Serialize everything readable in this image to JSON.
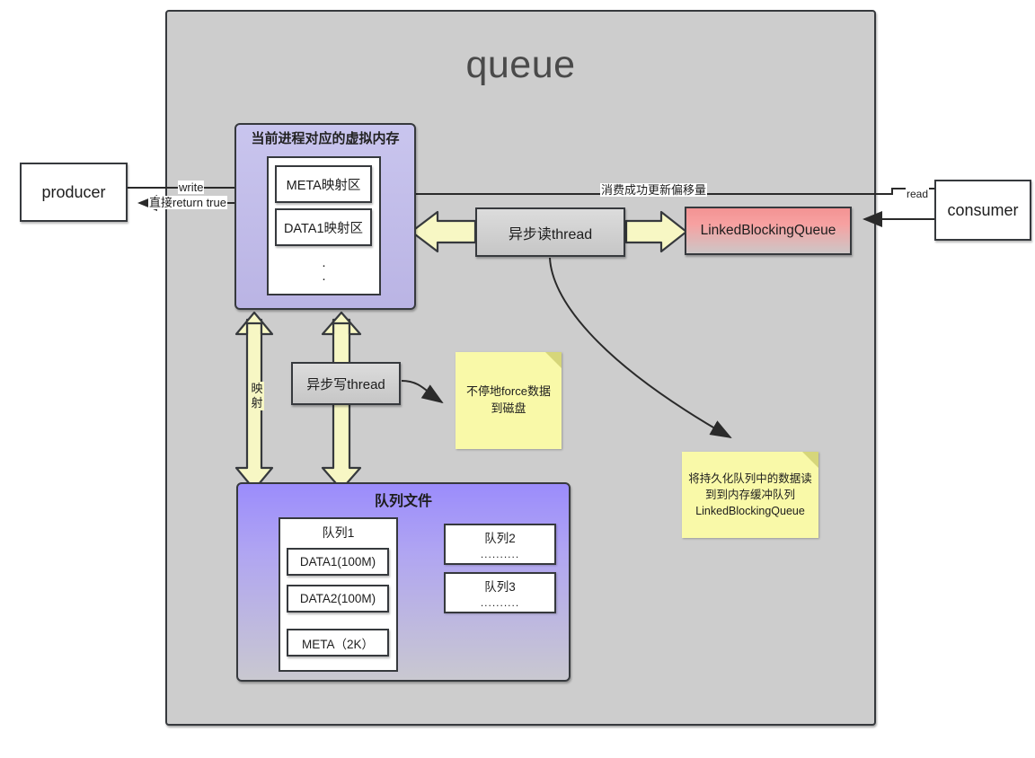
{
  "diagram": {
    "container_title": "queue",
    "actors": {
      "producer": "producer",
      "consumer": "consumer"
    },
    "virtual_memory": {
      "title": "当前进程对应的虚拟内存",
      "regions": [
        {
          "label": "META映射区"
        },
        {
          "label": "DATA1映射区"
        }
      ],
      "ellipsis": "·"
    },
    "threads": {
      "read_thread": "异步读thread",
      "write_thread": "异步写thread"
    },
    "buffer": {
      "linked_blocking_queue": "LinkedBlockingQueue"
    },
    "queue_file": {
      "title": "队列文件",
      "queue1": {
        "title": "队列1",
        "segments": [
          {
            "label": "DATA1(100M)"
          },
          {
            "label": "DATA2(100M)"
          },
          {
            "label": "META（2K）"
          }
        ]
      },
      "others": [
        {
          "title": "队列2",
          "dots": ".........."
        },
        {
          "title": "队列3",
          "dots": ".........."
        }
      ]
    },
    "notes": [
      {
        "id": "force-note",
        "text": "不停地force数据到磁盘"
      },
      {
        "id": "read-note",
        "text": "将持久化队列中的数据读到到内存缓冲队列LinkedBlockingQueue"
      }
    ],
    "edge_labels": {
      "write": "write",
      "return_true": "直接return true",
      "update_offset": "消费成功更新偏移量",
      "read": "read",
      "mapping": "映射"
    },
    "colors": {
      "container_bg": "#cdcdcd",
      "border": "#36393d",
      "virtual_memory": "#c9c5ee",
      "queue_file_top": "#9b8cfc",
      "linked_blocking_queue": "#f39393",
      "note_yellow": "#f9f9a8",
      "block_arrow": "#f7f7c4"
    }
  }
}
